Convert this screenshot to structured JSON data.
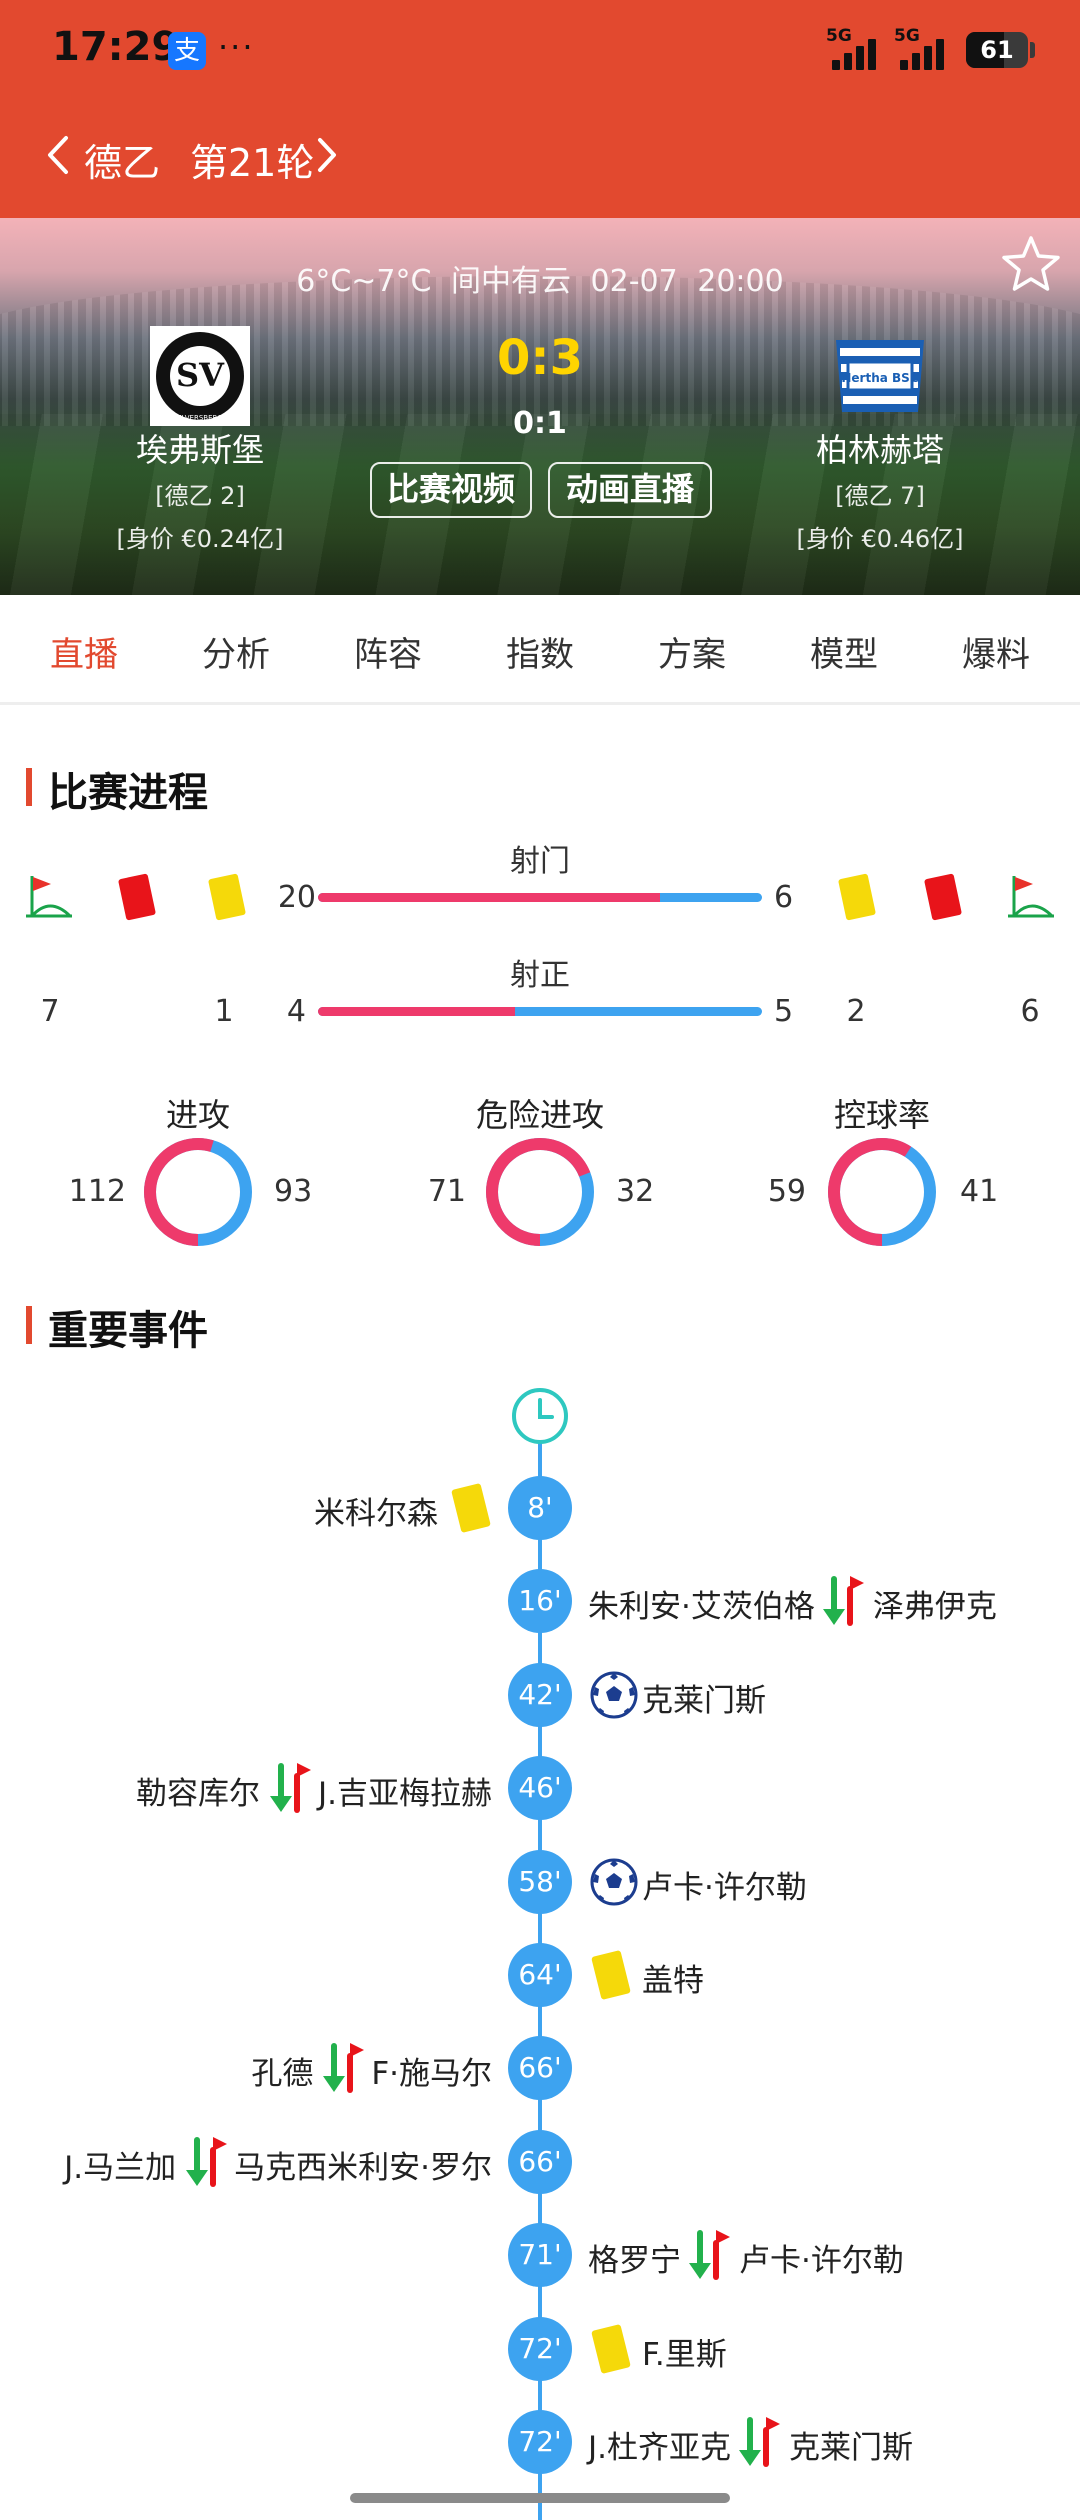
{
  "status_bar": {
    "time": "17:29",
    "alipay_glyph": "支",
    "more": "···",
    "signal1_label": "5G",
    "signal2_label": "5G",
    "battery": "61",
    "battery_level_percent": 61
  },
  "nav": {
    "league": "德乙",
    "round": "第21轮"
  },
  "match": {
    "weather": "6°C~7°C  间中有云  02-07 20:00",
    "score": "0:3",
    "half_time": "0:1",
    "video_button": "比赛视频",
    "animation_button": "动画直播",
    "home": {
      "name": "埃弗斯堡",
      "rank": "[德乙 2]",
      "value": "[身价 €0.24亿]",
      "logo_text": "ELVERSBERG"
    },
    "away": {
      "name": "柏林赫塔",
      "rank": "[德乙 7]",
      "value": "[身价 €0.46亿]",
      "logo_text": "Hertha BSC"
    }
  },
  "tabs": [
    "直播",
    "分析",
    "阵容",
    "指数",
    "方案",
    "模型",
    "爆料"
  ],
  "active_tab": "直播",
  "progress": {
    "title": "比赛进程",
    "shots": {
      "label": "射门",
      "home": "20",
      "away": "6"
    },
    "on_target": {
      "label": "射正",
      "home": "4",
      "away": "5"
    },
    "home_corners": "7",
    "home_red": "1",
    "away_yellow": "2",
    "away_corners": "6",
    "rings": [
      {
        "label": "进攻",
        "home": "112",
        "away": "93"
      },
      {
        "label": "危险进攻",
        "home": "71",
        "away": "32"
      },
      {
        "label": "控球率",
        "home": "59",
        "away": "41"
      }
    ]
  },
  "events": {
    "title": "重要事件",
    "list": [
      {
        "minute": "8'",
        "side": "home",
        "type": "yellow",
        "player": "米科尔森"
      },
      {
        "minute": "16'",
        "side": "away",
        "type": "sub",
        "player_out": "朱利安·艾茨伯格",
        "player_in": "泽弗伊克"
      },
      {
        "minute": "42'",
        "side": "away",
        "type": "goal",
        "player": "克莱门斯"
      },
      {
        "minute": "46'",
        "side": "home",
        "type": "sub",
        "player_out": "勒容库尔",
        "player_in": "J.吉亚梅拉赫"
      },
      {
        "minute": "58'",
        "side": "away",
        "type": "goal",
        "player": "卢卡·许尔勒"
      },
      {
        "minute": "64'",
        "side": "away",
        "type": "yellow",
        "player": "盖特"
      },
      {
        "minute": "66'",
        "side": "home",
        "type": "sub",
        "player_out": "孔德",
        "player_in": "F·施马尔"
      },
      {
        "minute": "66'",
        "side": "home",
        "type": "sub",
        "player_out": "J.马兰加",
        "player_in": "马克西米利安·罗尔"
      },
      {
        "minute": "71'",
        "side": "away",
        "type": "sub",
        "player_out": "格罗宁",
        "player_in": "卢卡·许尔勒"
      },
      {
        "minute": "72'",
        "side": "away",
        "type": "yellow",
        "player": "F.里斯"
      },
      {
        "minute": "72'",
        "side": "away",
        "type": "sub",
        "player_out": "J.杜齐亚克",
        "player_in": "克莱门斯"
      }
    ]
  },
  "colors": {
    "header_red": "#e2492f",
    "home_bar": "#ee3a6b",
    "away_bar": "#3da3f0",
    "score_yellow": "#ffd400",
    "timeline_blue": "#3da3f0"
  }
}
